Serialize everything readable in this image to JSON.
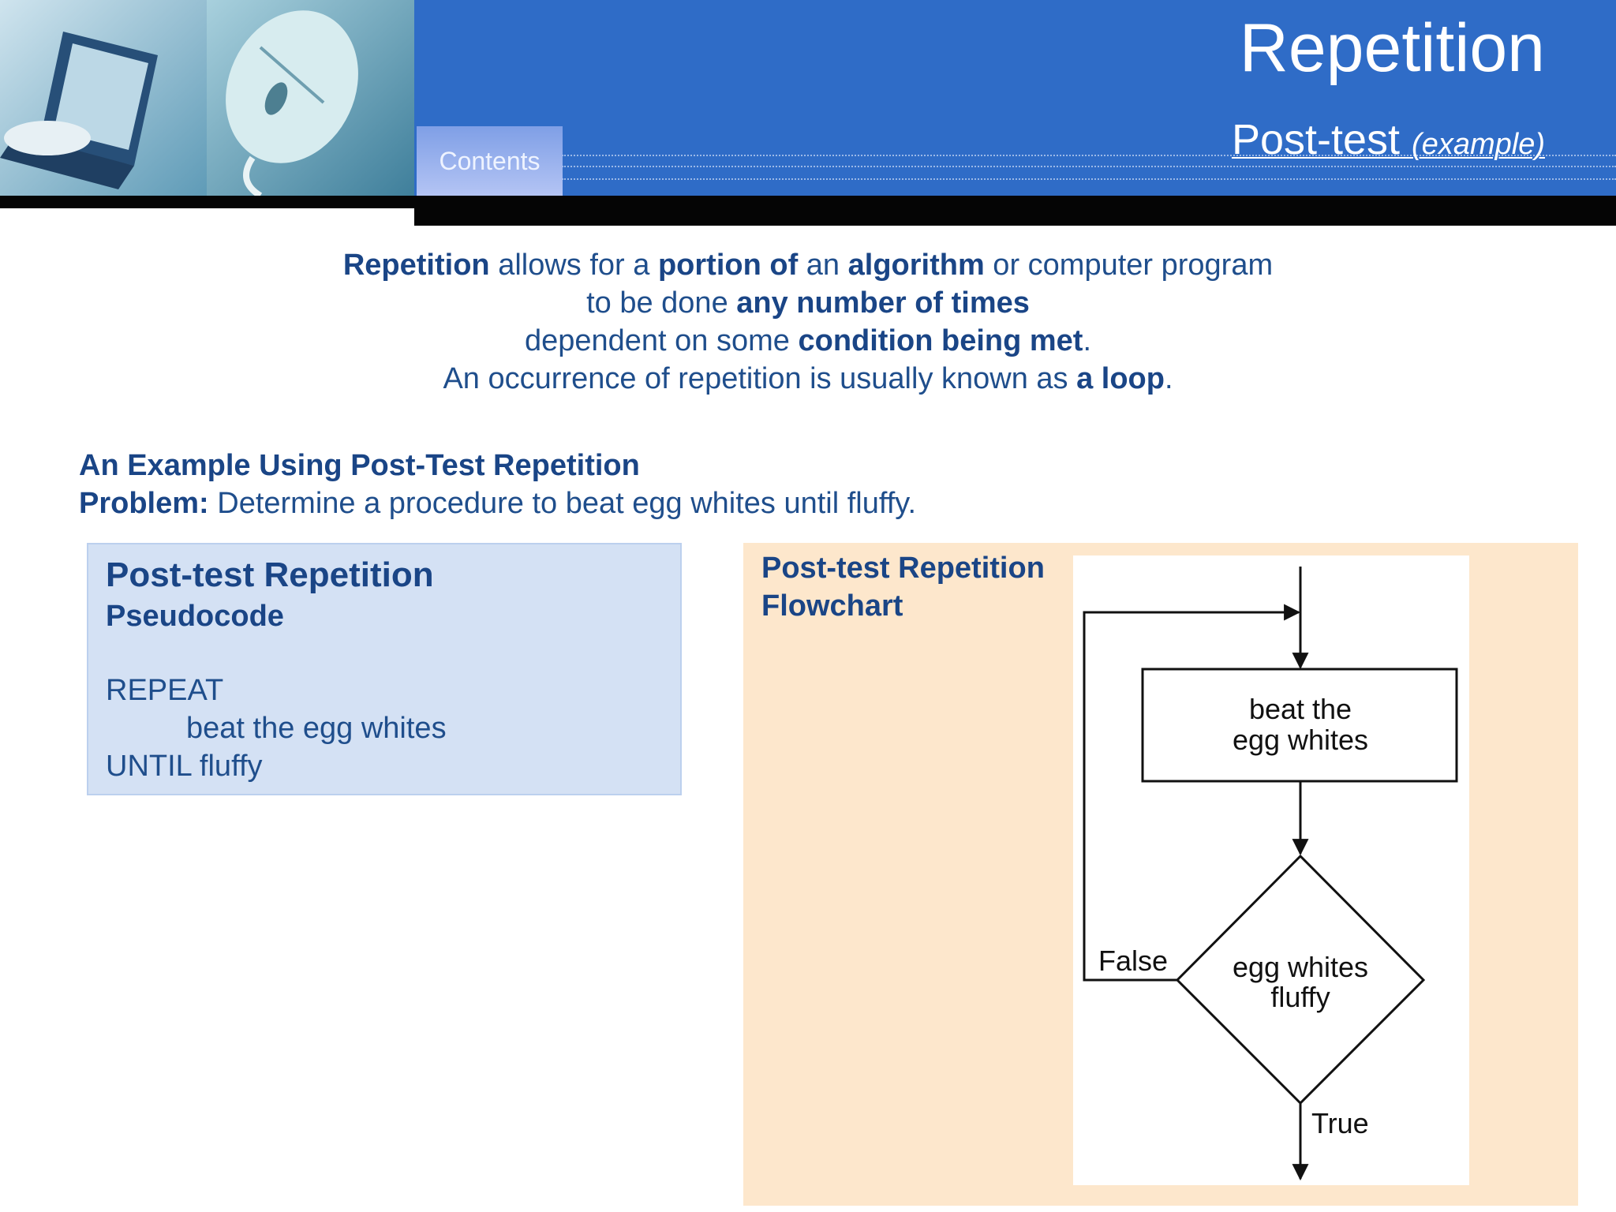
{
  "header": {
    "title": "Repetition",
    "subtitle_main": "Post-test",
    "subtitle_note": "(example)",
    "contents_tab": "Contents"
  },
  "intro": {
    "line1": {
      "a": "Repetition",
      "b": " allows for a ",
      "c": "portion of",
      "d": " an ",
      "e": "algorithm",
      "f": " or computer program"
    },
    "line2": {
      "a": "to be done ",
      "b": "any number of times"
    },
    "line3": {
      "a": "dependent on some ",
      "b": "condition being met",
      "c": "."
    },
    "line4": {
      "a": "An occurrence of repetition is usually known as ",
      "b": "a loop",
      "c": "."
    }
  },
  "example": {
    "heading": "An Example Using Post-Test Repetition",
    "problem_label": "Problem:",
    "problem_text": " Determine a procedure to beat egg whites until fluffy."
  },
  "pseudocode": {
    "title": "Post-test Repetition",
    "subtitle": "Pseudocode",
    "lines": [
      "REPEAT",
      "beat the egg whites",
      "UNTIL fluffy"
    ]
  },
  "flowchart": {
    "title_line1": "Post-test Repetition",
    "title_line2": "Flowchart",
    "process_line1": "beat the",
    "process_line2": "egg whites",
    "decision_line1": "egg whites",
    "decision_line2": "fluffy",
    "false_label": "False",
    "true_label": "True"
  },
  "colors": {
    "header_blue": "#2f6cc7",
    "text_blue": "#1f4e8c",
    "pseudo_bg": "#d4e1f4",
    "flow_bg": "#fde7cc"
  }
}
